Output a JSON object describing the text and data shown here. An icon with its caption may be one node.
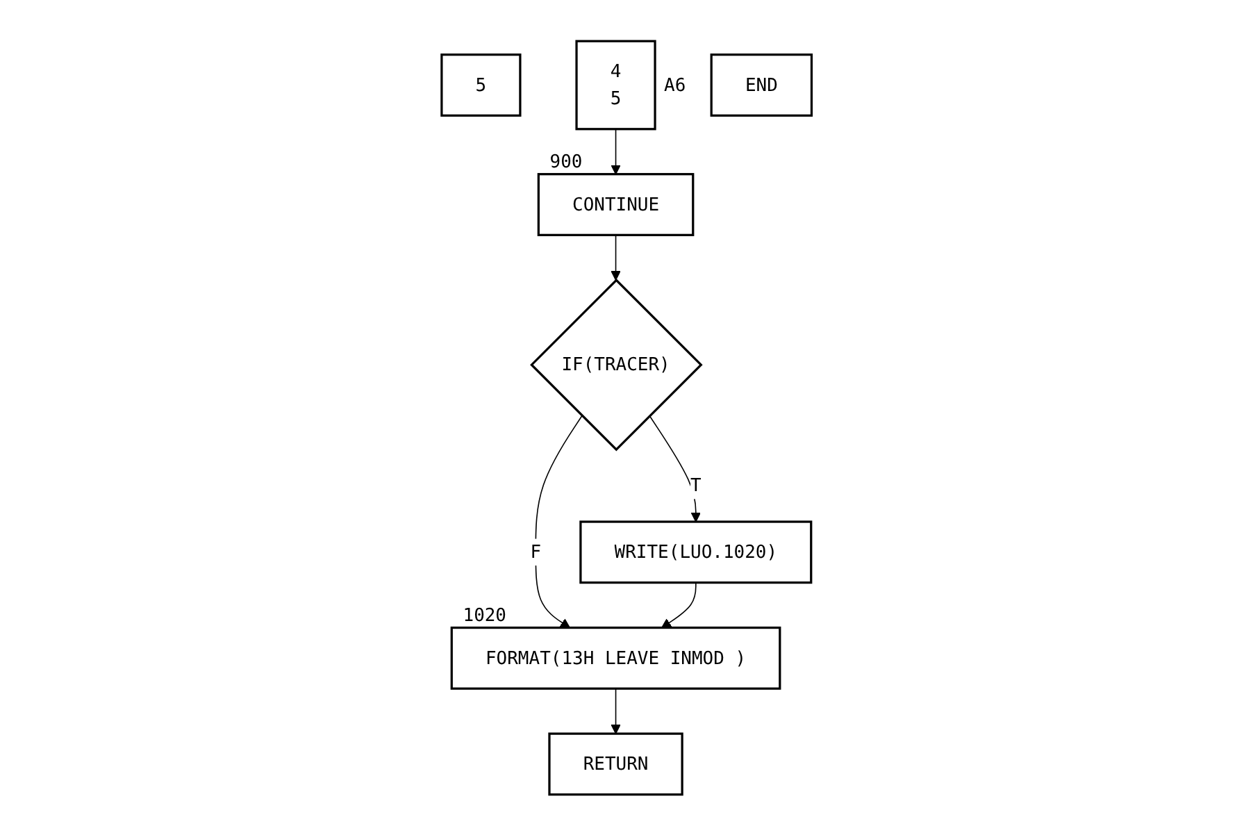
{
  "diagram": {
    "nodes": [
      {
        "text": [
          "5"
        ]
      },
      {
        "text": [
          "4",
          "5"
        ],
        "beside": [
          "A6"
        ]
      },
      {
        "text": [
          "CONTINUE"
        ],
        "beside": [
          "900"
        ]
      },
      {
        "text": [
          "IF(TRACER)"
        ]
      },
      {
        "text": [
          "WRITE(LUO.1020)"
        ]
      },
      {
        "text": [
          "FORMAT(13H LEAVE INMOD )"
        ],
        "beside": [
          "1020"
        ]
      },
      {
        "text": [
          "RETURN"
        ]
      },
      {
        "text": [
          "END"
        ]
      }
    ],
    "edges": [
      {
        "from": 1,
        "to": 2,
        "arrow": "to"
      },
      {
        "from": 2,
        "to": 3,
        "arrow": "to"
      },
      {
        "from": 3,
        "to": 4,
        "label": "T",
        "arrow": "to"
      },
      {
        "from": 3,
        "to": 5,
        "label": "F",
        "arrow": "to"
      },
      {
        "from": 4,
        "to": 5,
        "arrow": "to"
      },
      {
        "from": 5,
        "to": 6,
        "arrow": "to"
      }
    ]
  }
}
